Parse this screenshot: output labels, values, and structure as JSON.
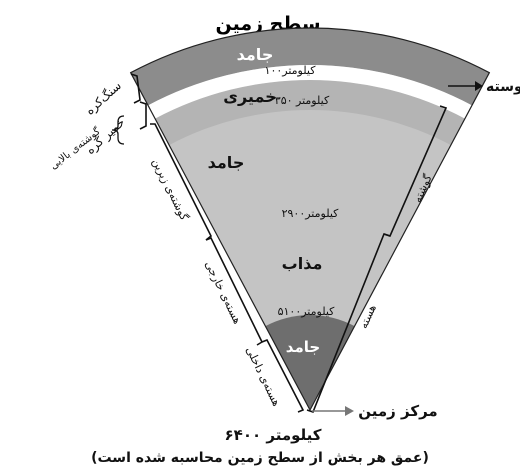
{
  "title": "سطح زمین",
  "layers": {
    "crust_state": "جامد",
    "asthenosphere_state": "خمیری",
    "lower_mantle_state": "جامد",
    "outer_core_state": "مذاب",
    "inner_core_state": "جامد"
  },
  "depths": {
    "d100": "۱۰۰کیلومتر",
    "d350": "۳۵۰ کیلومتر",
    "d2900": "۲۹۰۰کیلومتر",
    "d5100": "۵۱۰۰کیلومتر"
  },
  "side_labels": {
    "lithosphere": "سنگ‌کره",
    "asthenosphere": "خمیر کره",
    "upper_mantle": "گوشته‌ی بالایی",
    "lower_mantle": "گوشته‌ی زیرین",
    "outer_core": "هسته‌ی خارجی",
    "inner_core": "هسته‌ی داخلی",
    "mantle": "گوشته",
    "core": "هسته",
    "crust": "پوسته"
  },
  "center_label": "مرکز زمین",
  "total_depth": "۶۴۰۰ کیلومتر",
  "note": "(عمق هر بخش از سطح زمین محاسبه شده است)",
  "colors": {
    "crust": "#8c8c8c",
    "asthenosphere": "#b4b4b4",
    "mantle": "#c4c4c4",
    "outer_core": "#c4c4c4",
    "inner_core": "#6e6e6e",
    "gap": "#ffffff"
  }
}
